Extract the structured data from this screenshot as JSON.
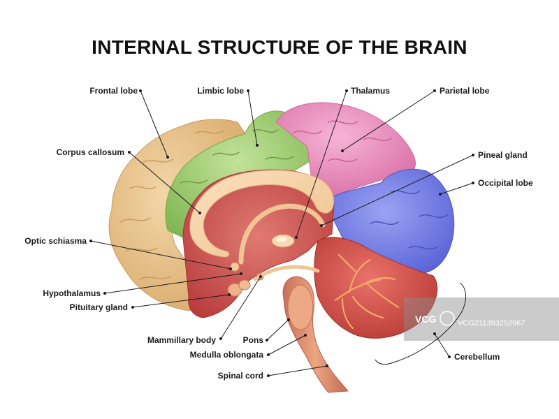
{
  "title": "INTERNAL STRUCTURE OF THE BRAIN",
  "labels": {
    "frontal_lobe": "Frontal lobe",
    "limbic_lobe": "Limbic lobe",
    "thalamus": "Thalamus",
    "parietal_lobe": "Parietal lobe",
    "corpus_callosum": "Corpus callosum",
    "pineal_gland": "Pineal gland",
    "occipital_lobe": "Occipital lobe",
    "optic_schiasma": "Optic schiasma",
    "hypothalamus": "Hypothalamus",
    "pituitary_gland": "Pituitary gland",
    "mammillary_body": "Mammillary body",
    "pons": "Pons",
    "medulla_oblongata": "Medulla oblongata",
    "spinal_cord": "Spinal cord",
    "cerebellum": "Cerebellum"
  },
  "watermark": {
    "logo": "VCG",
    "id": "VCG211393252967"
  },
  "colors": {
    "frontal": "#e8c48f",
    "limbic": "#a8d07a",
    "parietal": "#ec8fbf",
    "occipital": "#7b86e8",
    "inner": "#c9504c",
    "cerebellum": "#d9534a",
    "stem": "#e59a6e"
  }
}
